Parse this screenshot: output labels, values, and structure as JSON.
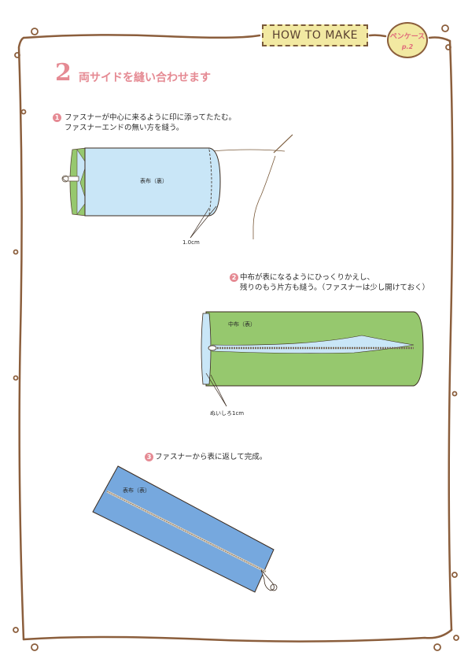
{
  "header": {
    "how_to_make": "HOW TO MAKE",
    "pen_case_label": "ペンケース",
    "page_ref": "p.2"
  },
  "step": {
    "number": "2",
    "title": "両サイドを縫い合わせます"
  },
  "substeps": [
    {
      "num": "1",
      "line1": "ファスナーが中心に来るように印に添ってたたむ。",
      "line2": "ファスナーエンドの無い方を縫う。"
    },
    {
      "num": "2",
      "line1": "中布が表になるようにひっくりかえし、",
      "line2": "残りのもう片方も縫う。（ファスナーは少し開けておく）"
    },
    {
      "num": "3",
      "line1": "ファスナーから表に返して完成。"
    }
  ],
  "figure1": {
    "fabric_label": "表布（裏）",
    "seam_label": "1.0cm"
  },
  "figure2": {
    "fabric_label": "中布（表）",
    "seam_label": "ぬいしろ1cm"
  },
  "figure3": {
    "fabric_label": "表布（表）"
  },
  "colors": {
    "frame": "#8b5e3c",
    "accent_pink": "#e58a93",
    "badge_yellow": "#f2e9a2",
    "light_blue": "#c9e6f7",
    "green": "#96c86e",
    "blue": "#76a8de"
  }
}
